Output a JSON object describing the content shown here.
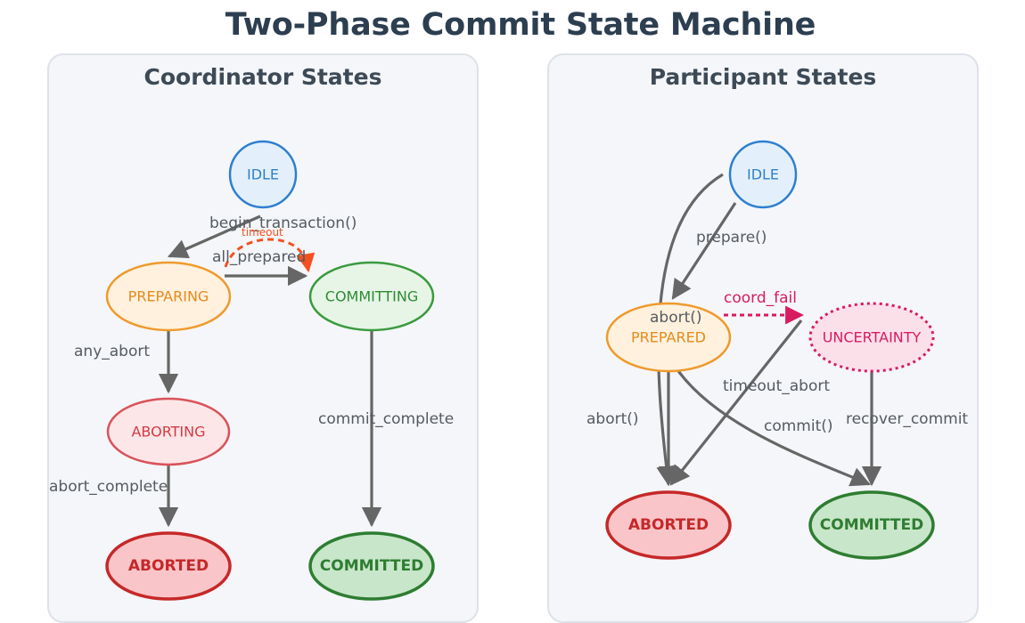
{
  "title": "Two-Phase Commit State Machine",
  "colors": {
    "blue_fill": "#e3f0fb",
    "blue_stroke": "#2f7fd0",
    "blue_text": "#2f7fd0",
    "orange_fill": "#fff1de",
    "orange_stroke": "#ef9a2c",
    "orange_text": "#e58a1a",
    "green_fill": "#e6f5e6",
    "green_stroke": "#3a9a3e",
    "green_text": "#2e8b32",
    "green_final_fill": "#c8e6c9",
    "green_final_stroke": "#2e7d32",
    "red_fill": "#fde6e7",
    "red_stroke": "#d9525a",
    "red_text": "#d33a43",
    "red_final_fill": "#f9c5c9",
    "red_final_stroke": "#c62828",
    "pink_fill": "#fbe0ea",
    "pink_stroke": "#d81b60",
    "pink_text": "#d81b60",
    "arrow_gray": "#666666",
    "timeout_orange": "#f4511e"
  },
  "coordinator": {
    "title": "Coordinator States",
    "states": {
      "idle": "IDLE",
      "preparing": "PREPARING",
      "committing": "COMMITTING",
      "aborting": "ABORTING",
      "aborted": "ABORTED",
      "committed": "COMMITTED"
    },
    "edges": {
      "begin_transaction": "begin_transaction()",
      "timeout": "timeout",
      "all_prepared": "all_prepared",
      "any_abort": "any_abort",
      "commit_complete": "commit_complete",
      "abort_complete": "abort_complete"
    }
  },
  "participant": {
    "title": "Participant States",
    "states": {
      "idle": "IDLE",
      "prepared": "PREPARED",
      "uncertainty": "UNCERTAINTY",
      "aborted": "ABORTED",
      "committed": "COMMITTED"
    },
    "edges": {
      "prepare": "prepare()",
      "coord_fail": "coord_fail",
      "abort_from_prepared": "abort()",
      "abort_from_idle": "abort()",
      "timeout_abort": "timeout_abort",
      "commit": "commit()",
      "recover_commit": "recover_commit"
    }
  }
}
